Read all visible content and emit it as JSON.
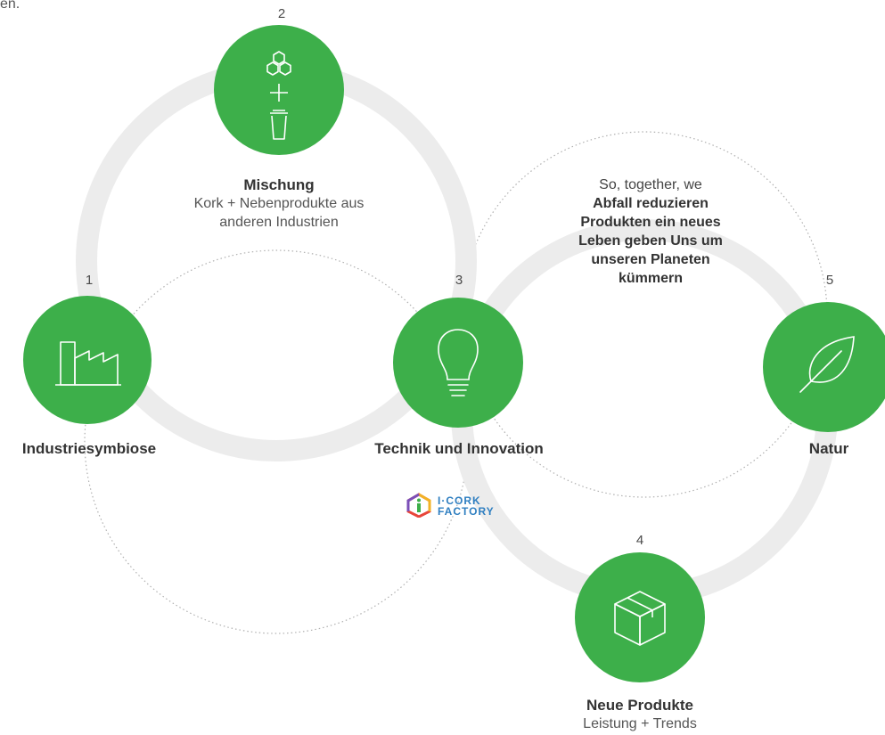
{
  "top_fragment": "en.",
  "colors": {
    "green": "#3daf4a",
    "ring": "#ececec",
    "dotted": "#b0b0b0",
    "logo_blue": "#2f7fc1"
  },
  "steps": [
    {
      "number": "1",
      "title": "Industriesymbiose",
      "subtitle": "",
      "icon": "factory-icon"
    },
    {
      "number": "2",
      "title": "Mischung",
      "subtitle_lines": [
        "Kork + Nebenprodukte aus",
        "anderen Industrien"
      ],
      "icon": "hexagons-plus-bin-icon"
    },
    {
      "number": "3",
      "title": "Technik und Innovation",
      "subtitle": "",
      "icon": "lightbulb-icon"
    },
    {
      "number": "4",
      "title": "Neue Produkte",
      "subtitle": "Leistung + Trends",
      "icon": "box-icon"
    },
    {
      "number": "5",
      "title": "Natur",
      "subtitle": "",
      "icon": "leaf-icon"
    }
  ],
  "center_text": {
    "intro": "So, together, we",
    "bold_lines": [
      "Abfall reduzieren",
      "Produkten ein neues",
      "Leben geben Uns um",
      "unseren Planeten",
      "kümmern"
    ]
  },
  "logo": {
    "line1": "I·CORK",
    "line2": "FACTORY"
  }
}
